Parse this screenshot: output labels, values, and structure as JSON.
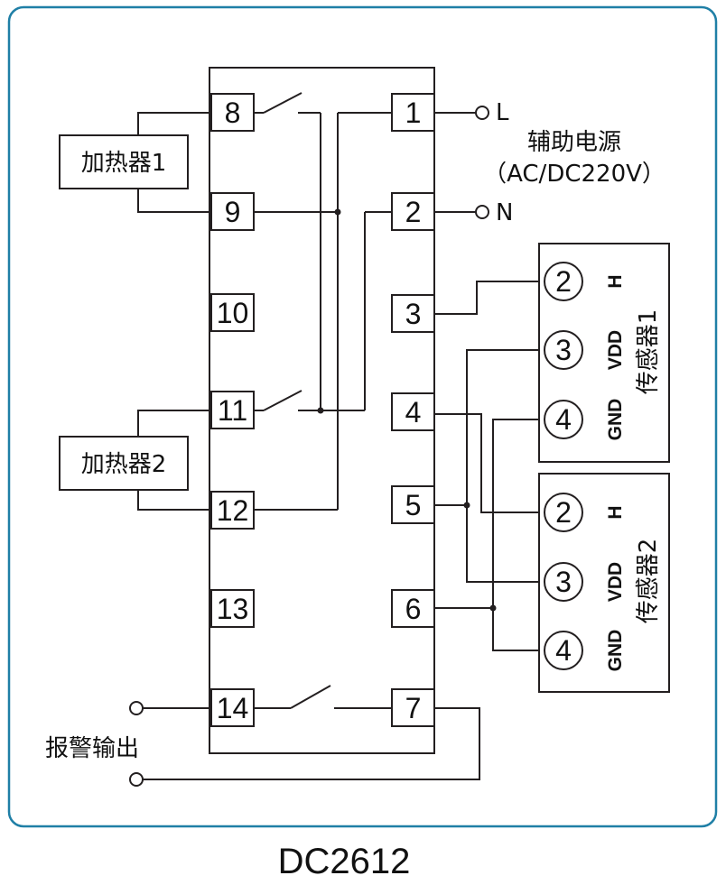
{
  "terminals": {
    "t1": "1",
    "t2": "2",
    "t3": "3",
    "t4": "4",
    "t5": "5",
    "t6": "6",
    "t7": "7",
    "t8": "8",
    "t9": "9",
    "t10": "10",
    "t11": "11",
    "t12": "12",
    "t13": "13",
    "t14": "14"
  },
  "power": {
    "l_label": "L",
    "n_label": "N",
    "title": "辅助电源",
    "spec": "（AC/DC220V）"
  },
  "heaters": {
    "heater1": "加热器1",
    "heater2": "加热器2"
  },
  "sensor1": {
    "name": "传感器1",
    "pin_h_num": "2",
    "pin_h_label": "H",
    "pin_vdd_num": "3",
    "pin_vdd_label": "VDD",
    "pin_gnd_num": "4",
    "pin_gnd_label": "GND"
  },
  "sensor2": {
    "name": "传感器2",
    "pin_h_num": "2",
    "pin_h_label": "H",
    "pin_vdd_num": "3",
    "pin_vdd_label": "VDD",
    "pin_gnd_num": "4",
    "pin_gnd_label": "GND"
  },
  "alarm": {
    "label": "报警输出"
  },
  "model": "DC2612",
  "colors": {
    "frame": "#1f7fa6",
    "wire": "#231f20"
  }
}
